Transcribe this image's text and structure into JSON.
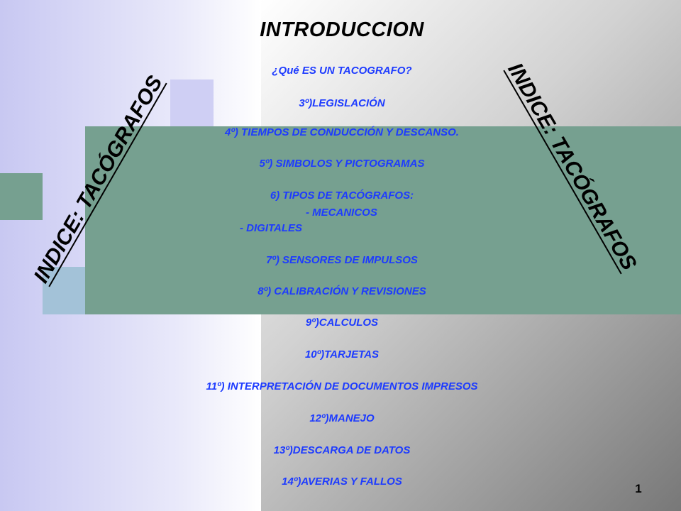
{
  "slide": {
    "title": "INTRODUCCION",
    "side_label_left": "INDICE: TACÓGRAFOS",
    "side_label_right": "INDICE: TACÓGRAFOS",
    "page_number": "1",
    "items": [
      "¿Qué ES UN TACOGRAFO?",
      "3º)LEGISLACIÓN",
      "4º) TIEMPOS DE CONDUCCIÓN Y DESCANSO.",
      "5º) SIMBOLOS Y PICTOGRAMAS",
      "6) TIPOS DE TACÓGRAFOS:",
      "- MECANICOS",
      "- DIGITALES",
      "7º) SENSORES DE IMPULSOS",
      "8º) CALIBRACIÓN Y REVISIONES",
      "9º)CALCULOS",
      "10º)TARJETAS",
      "11º) INTERPRETACIÓN DE DOCUMENTOS IMPRESOS",
      "12º)MANEJO",
      "13º)DESCARGA DE DATOS",
      "14º)AVERIAS Y FALLOS"
    ]
  },
  "colors": {
    "item_text": "#1d3bff",
    "title_text": "#000000",
    "band_green": "#76a090",
    "square_blue": "#a3c2d8",
    "square_lavender": "#cfcff4"
  }
}
